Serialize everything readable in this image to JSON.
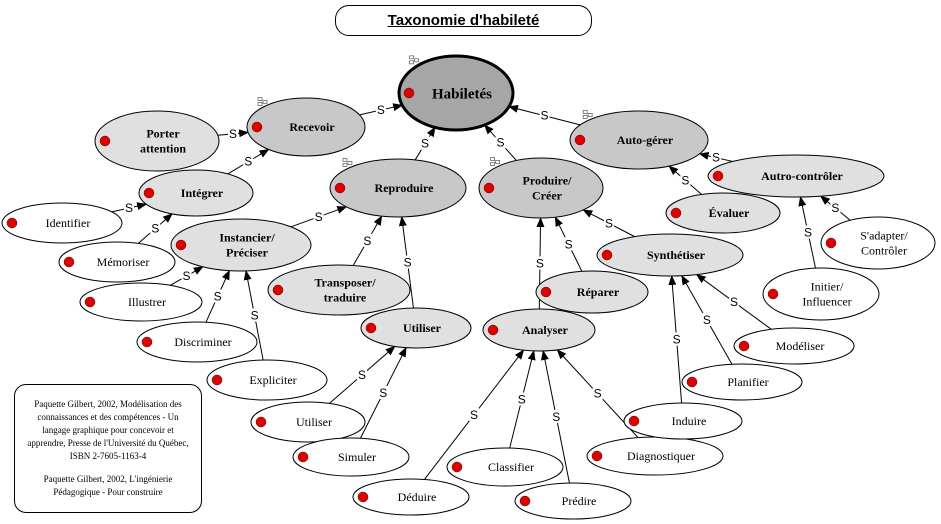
{
  "title": "Taxonomie d'habileté",
  "link_label": "S",
  "colors": {
    "root_fill": "#a6a6a6",
    "level1_fill": "#c8c8c8",
    "level2_fill": "#e0e0e0",
    "leaf_fill": "#ffffff",
    "dot": "#e00000",
    "stroke": "#000000"
  },
  "nodes": [
    {
      "id": "habiletes",
      "label": [
        "Habiletés"
      ],
      "level": "root"
    },
    {
      "id": "recevoir",
      "label": [
        "Recevoir"
      ],
      "level": "level1"
    },
    {
      "id": "reproduire",
      "label": [
        "Reproduire"
      ],
      "level": "level1"
    },
    {
      "id": "produire",
      "label": [
        "Produire/",
        "Créer"
      ],
      "level": "level1"
    },
    {
      "id": "autogerer",
      "label": [
        "Auto-gérer"
      ],
      "level": "level1"
    },
    {
      "id": "porter",
      "label": [
        "Porter",
        "attention"
      ],
      "level": "level2"
    },
    {
      "id": "integrer",
      "label": [
        "Intégrer"
      ],
      "level": "level2"
    },
    {
      "id": "instancier",
      "label": [
        "Instancier/",
        "Préciser"
      ],
      "level": "level2"
    },
    {
      "id": "transposer",
      "label": [
        "Transposer/",
        "traduire"
      ],
      "level": "level2"
    },
    {
      "id": "utiliser",
      "label": [
        "Utiliser"
      ],
      "level": "level2"
    },
    {
      "id": "analyser",
      "label": [
        "Analyser"
      ],
      "level": "level2"
    },
    {
      "id": "reparer",
      "label": [
        "Réparer"
      ],
      "level": "level2"
    },
    {
      "id": "synthetiser",
      "label": [
        "Synthétiser"
      ],
      "level": "level2"
    },
    {
      "id": "evaluer",
      "label": [
        "Évaluer"
      ],
      "level": "level2"
    },
    {
      "id": "autrocontroler",
      "label": [
        "Autro-contrôler"
      ],
      "level": "level2"
    },
    {
      "id": "identifier",
      "label": [
        "Identifier"
      ],
      "level": "leaf"
    },
    {
      "id": "memoriser",
      "label": [
        "Mémoriser"
      ],
      "level": "leaf"
    },
    {
      "id": "illustrer",
      "label": [
        "Illustrer"
      ],
      "level": "leaf"
    },
    {
      "id": "discriminer",
      "label": [
        "Discriminer"
      ],
      "level": "leaf"
    },
    {
      "id": "expliciter",
      "label": [
        "Expliciter"
      ],
      "level": "leaf"
    },
    {
      "id": "utiliser2",
      "label": [
        "Utiliser"
      ],
      "level": "leaf"
    },
    {
      "id": "simuler",
      "label": [
        "Simuler"
      ],
      "level": "leaf"
    },
    {
      "id": "deduire",
      "label": [
        "Déduire"
      ],
      "level": "leaf"
    },
    {
      "id": "classifier",
      "label": [
        "Classifier"
      ],
      "level": "leaf"
    },
    {
      "id": "predire",
      "label": [
        "Prédire"
      ],
      "level": "leaf"
    },
    {
      "id": "diagnostiquer",
      "label": [
        "Diagnostiquer"
      ],
      "level": "leaf"
    },
    {
      "id": "induire",
      "label": [
        "Induire"
      ],
      "level": "leaf"
    },
    {
      "id": "planifier",
      "label": [
        "Planifier"
      ],
      "level": "leaf"
    },
    {
      "id": "modeliser",
      "label": [
        "Modéliser"
      ],
      "level": "leaf"
    },
    {
      "id": "initier",
      "label": [
        "Initier/",
        "Influencer"
      ],
      "level": "leaf"
    },
    {
      "id": "sadapter",
      "label": [
        "S'adapter/",
        "Contrôler"
      ],
      "level": "leaf"
    }
  ],
  "edges": [
    {
      "from": "recevoir",
      "to": "habiletes",
      "label": "S"
    },
    {
      "from": "reproduire",
      "to": "habiletes",
      "label": "S"
    },
    {
      "from": "produire",
      "to": "habiletes",
      "label": "S"
    },
    {
      "from": "autogerer",
      "to": "habiletes",
      "label": "S"
    },
    {
      "from": "porter",
      "to": "recevoir",
      "label": "S"
    },
    {
      "from": "integrer",
      "to": "recevoir",
      "label": "S"
    },
    {
      "from": "identifier",
      "to": "integrer",
      "label": "S"
    },
    {
      "from": "memoriser",
      "to": "integrer",
      "label": "S"
    },
    {
      "from": "instancier",
      "to": "reproduire",
      "label": "S"
    },
    {
      "from": "transposer",
      "to": "reproduire",
      "label": "S"
    },
    {
      "from": "utiliser",
      "to": "reproduire",
      "label": "S"
    },
    {
      "from": "illustrer",
      "to": "instancier",
      "label": "S"
    },
    {
      "from": "discriminer",
      "to": "instancier",
      "label": "S"
    },
    {
      "from": "expliciter",
      "to": "instancier",
      "label": "S"
    },
    {
      "from": "utiliser2",
      "to": "utiliser",
      "label": "S"
    },
    {
      "from": "simuler",
      "to": "utiliser",
      "label": "S"
    },
    {
      "from": "analyser",
      "to": "produire",
      "label": "S"
    },
    {
      "from": "reparer",
      "to": "produire",
      "label": "S"
    },
    {
      "from": "synthetiser",
      "to": "produire",
      "label": "S"
    },
    {
      "from": "deduire",
      "to": "analyser",
      "label": "S"
    },
    {
      "from": "classifier",
      "to": "analyser",
      "label": "S"
    },
    {
      "from": "predire",
      "to": "analyser",
      "label": "S"
    },
    {
      "from": "diagnostiquer",
      "to": "analyser",
      "label": "S"
    },
    {
      "from": "induire",
      "to": "synthetiser",
      "label": "S"
    },
    {
      "from": "planifier",
      "to": "synthetiser",
      "label": "S"
    },
    {
      "from": "modeliser",
      "to": "synthetiser",
      "label": "S"
    },
    {
      "from": "evaluer",
      "to": "autogerer",
      "label": "S"
    },
    {
      "from": "autrocontroler",
      "to": "autogerer",
      "label": "S"
    },
    {
      "from": "initier",
      "to": "autrocontroler",
      "label": "S"
    },
    {
      "from": "sadapter",
      "to": "autrocontroler",
      "label": "S"
    }
  ],
  "references": [
    "Paquette Gilbert, 2002, Modélisation des connaissances et des compétences - Un langage graphique pour concevoir et apprendre, Presse de l'Université du Québec, ISBN 2-7605-1163-4",
    "Paquette Gilbert, 2002, L'ingénierie Pédagogique - Pour construire"
  ]
}
